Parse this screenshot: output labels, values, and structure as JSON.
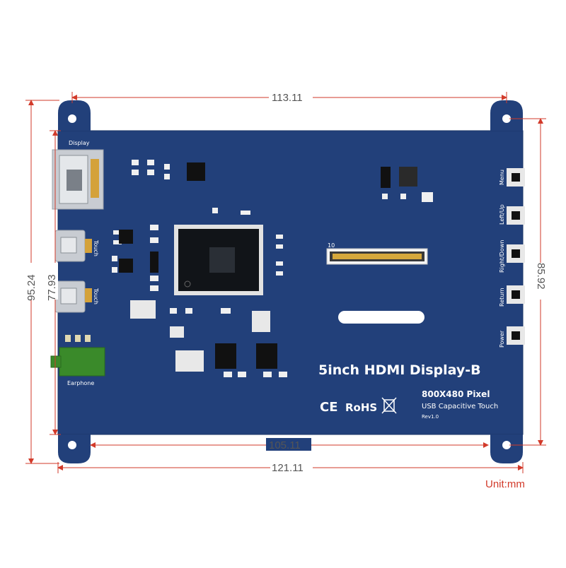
{
  "dimensions": {
    "top_width": "113.11",
    "inner_bottom_width": "105.11",
    "total_width": "121.11",
    "outer_left_height": "95.24",
    "inner_left_height": "77.93",
    "right_height": "85.92"
  },
  "unit_label": "Unit:mm",
  "board": {
    "title": "5inch HDMI Display-B",
    "resolution": "800X480 Pixel",
    "touch_type": "USB Capacitive Touch",
    "revision": "Rev1.0",
    "cert_ce": "CE",
    "cert_rohs": "RoHS",
    "connector_pin_label": "10",
    "ports": {
      "display": "Display",
      "touch_top": "Touch",
      "touch_bottom": "Touch",
      "earphone": "Earphone"
    },
    "buttons": [
      "Menu",
      "Left/Up",
      "Right/Down",
      "Return",
      "Power"
    ]
  },
  "colors": {
    "pcb": "#22407a",
    "pcb_edge": "#1b3566",
    "dimension_line": "#d23a2a",
    "dimension_text": "#555555",
    "silkscreen": "#ffffff",
    "audio_jack": "#3a8a2a"
  }
}
